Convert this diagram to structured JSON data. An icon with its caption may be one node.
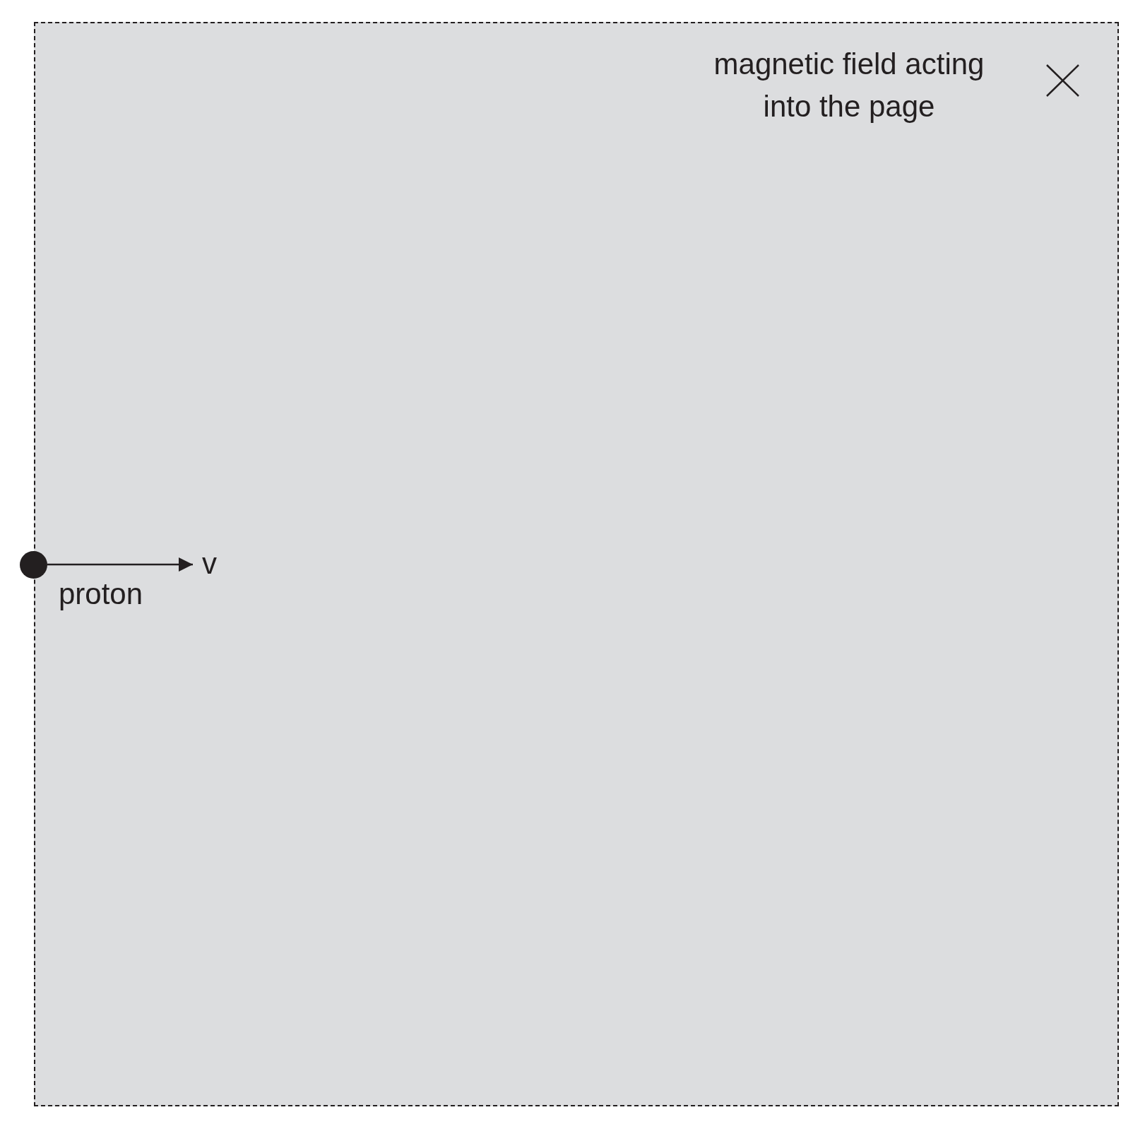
{
  "diagram": {
    "nodes": [
      {
        "text": [
          "magnetic field acting into the page"
        ]
      },
      {
        "text": [],
        "shape": "circle",
        "beside": [
          "proton"
        ]
      }
    ],
    "edges": [
      {
        "from": 1,
        "to": 0,
        "arrow": "to"
      }
    ],
    "labels": [
      "v"
    ]
  }
}
